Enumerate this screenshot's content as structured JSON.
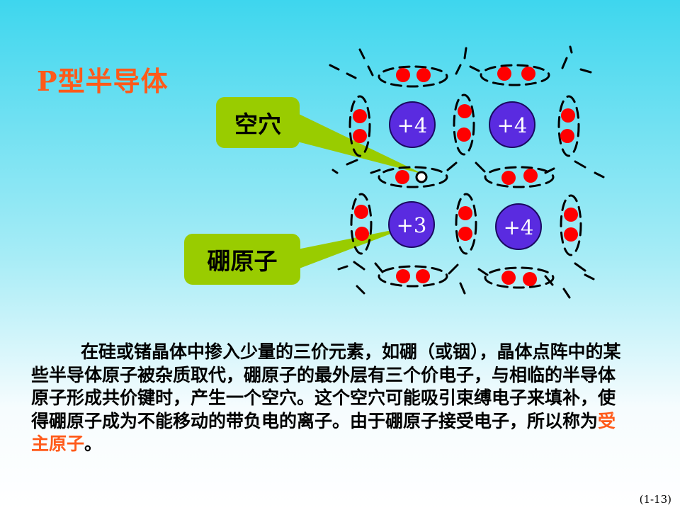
{
  "title": "P型半导体",
  "callouts": {
    "hole": "空穴",
    "boron": "硼原子"
  },
  "atoms": {
    "top_left": "+4",
    "top_right": "+4",
    "bottom_left": "+3",
    "bottom_right": "+4"
  },
  "paragraph": {
    "part1": "在硅或锗晶体中掺入少量的三价元素，如硼（或铟），晶体点阵中的某些半导体原子被杂质取代，硼原子的最外层有三个价电子，与相临的半导体原子形成共价键时，产生一个空穴。这个空穴可能吸引束缚电子来填补，使得硼原子成为不能移动的带负电的离子。由于硼原子接受电子，所以称为",
    "highlight": "受主原子",
    "part2": "。"
  },
  "page_number": "(1-13)",
  "colors": {
    "title": "#FF5A1A",
    "atom_fill": "#5A2BE0",
    "electron": "#FF0000",
    "callout_bg": "#99CC00",
    "highlight": "#FF5A1A"
  }
}
